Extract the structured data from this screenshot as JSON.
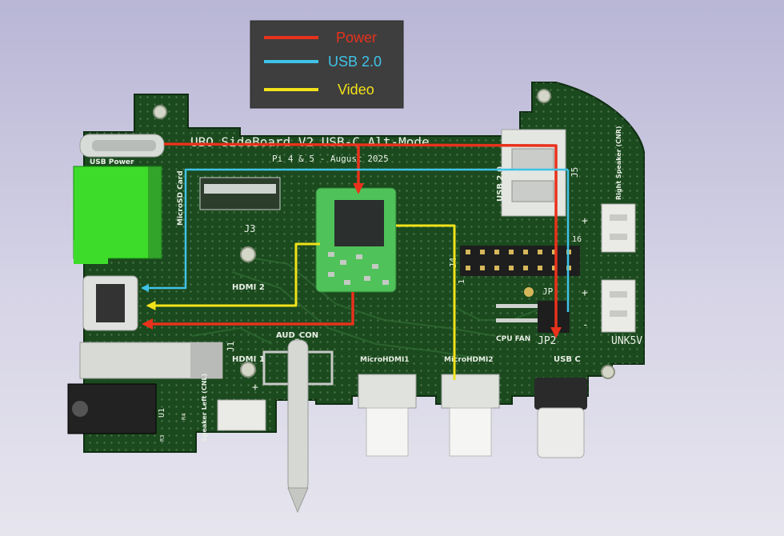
{
  "colors": {
    "power": "#e8321c",
    "usb": "#3fc3e8",
    "video": "#f2e21a",
    "board": "#1b4a1e",
    "silkscreen": "#e9f0e6"
  },
  "legend": {
    "items": [
      {
        "label": "Power",
        "color": "#e8321c"
      },
      {
        "label": "USB 2.0",
        "color": "#3fc3e8"
      },
      {
        "label": "Video",
        "color": "#f2e21a"
      }
    ]
  },
  "board": {
    "title": "UBO SideBoard V2 USB-C Alt-Mode",
    "subtitle": "Pi 4 & 5 - August 2025",
    "labels": {
      "usb_power": "USB Power",
      "microsd": "MicroSD Card",
      "j3": "J3",
      "hdmi2": "HDMI 2",
      "hdmi1": "HDMI 1",
      "j1": "J1",
      "aud_con": "AUD_CON",
      "microhdmi1": "MicroHDMI1",
      "microhdmi2": "MicroHDMI2",
      "usb20": "USB 2.0",
      "j5": "J5",
      "j4": "J4",
      "pin1": "1",
      "pin16": "16",
      "right_speaker": "Right Speaker (CNR)",
      "jp": "JP",
      "jp2": "JP2",
      "cpu_fan": "CPU FAN",
      "unk5v": "UNK5V",
      "usb_c": "USB C",
      "u1": "U1",
      "speaker_left": "Speaker Left (CNL)",
      "r3": "R3",
      "r4": "R4",
      "plus1": "+",
      "plus2": "+",
      "plus3": "+",
      "minus": "-"
    }
  }
}
